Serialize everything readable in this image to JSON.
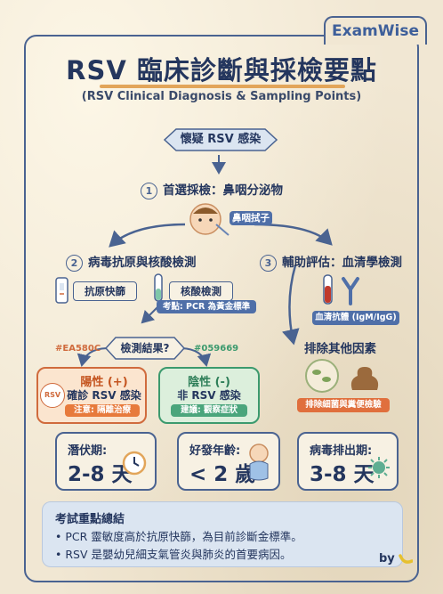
{
  "brand": "ExamWise",
  "title": "RSV 臨床診斷與採檢要點",
  "subtitle": "(RSV Clinical Diagnosis & Sampling Points)",
  "start": "懷疑 RSV 感染",
  "step1": {
    "num": "1",
    "label": "首選採檢：鼻咽分泌物",
    "tag": "鼻咽拭子"
  },
  "step2": {
    "num": "2",
    "label": "病毒抗原與核酸檢測",
    "rapid": "抗原快篩",
    "nat": "核酸檢測",
    "nat_note": "考點: PCR 為黃金標準"
  },
  "step3": {
    "num": "3",
    "label": "輔助評估：血清學檢測",
    "antibody": "血清抗體 (IgM/IgG)",
    "exclude": "排除其他因素",
    "exclude_note": "排除細菌與糞便檢驗"
  },
  "result": {
    "question": "檢測結果?",
    "pos_color": "#EA580C",
    "neg_color": "#059669",
    "pos_title": "陽性 (+)",
    "pos_sub": "確診 RSV 感染",
    "pos_note": "注意: 隔離治療",
    "pos_badge": "RSV",
    "neg_title": "陰性 (-)",
    "neg_sub": "非 RSV 感染",
    "neg_note": "建議: 觀察症狀"
  },
  "stats": [
    {
      "label": "潛伏期:",
      "value": "2-8 天"
    },
    {
      "label": "好發年齡:",
      "value": "< 2 歲"
    },
    {
      "label": "病毒排出期:",
      "value": "3-8 天"
    }
  ],
  "summary": {
    "title": "考試重點總結",
    "points": [
      "• PCR 靈敏度高於抗原快篩，為目前診斷金標準。",
      "• RSV 是嬰幼兒細支氣管炎與肺炎的首要病因。"
    ]
  },
  "byline": "by"
}
